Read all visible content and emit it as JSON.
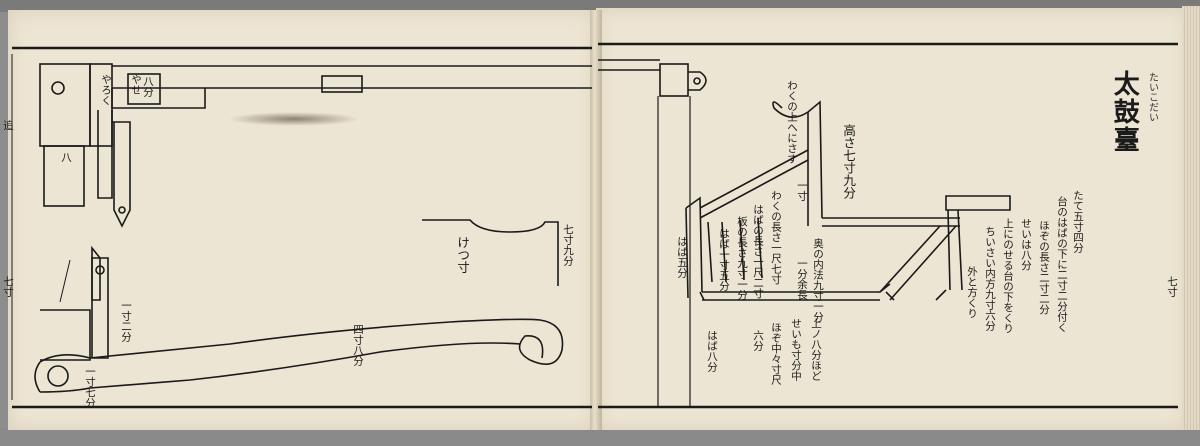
{
  "book": {
    "title": "太鼓臺",
    "title_reading": "たいこだい"
  },
  "left_page": {
    "labels": {
      "upper_block_a": "やせ",
      "upper_block_b": "やろく",
      "upper_block_c": "八分",
      "mid_block": "八",
      "measure_kyuu": "七寸九分",
      "measure_center": "けつ寸",
      "measure_issun": "一寸二分",
      "curve_label_a": "四寸八分",
      "curve_label_b": "一寸七分",
      "edge_mark_a": "追",
      "edge_mark_b": "七寸"
    }
  },
  "right_page": {
    "labels": {
      "top_note": "わくの上へにさす",
      "height_note": "高さ七寸九分",
      "diag_a": "わくの長さ一尺七寸",
      "diag_b": "はばの長さ一尺二寸",
      "diag_c": "板の長さ九寸一分",
      "side_a": "はば一寸五分",
      "front_label": "一寸",
      "depth_a": "奥の内法九寸一分",
      "depth_b": "一分余長",
      "left_col_a": "はば五分",
      "left_col_b": "はば八分",
      "bottom_col_a": "上ノ八分ほど",
      "bottom_col_b": "せいも寸分中",
      "bottom_col_c": "ほぞ中々寸尺",
      "bottom_col_d": "六分",
      "right_col_a": "たて五寸四分",
      "right_col_b": "台のはばの下に二寸二分付く",
      "right_col_c": "ほぞの長さ二寸二分",
      "right_col_d": "せいは八分",
      "right_col_e": "上にのせる台の下をくり",
      "right_col_f": "ちいさい内方九寸六分",
      "right_col_g": "外と方くり",
      "edge_mark": "七寸"
    }
  }
}
